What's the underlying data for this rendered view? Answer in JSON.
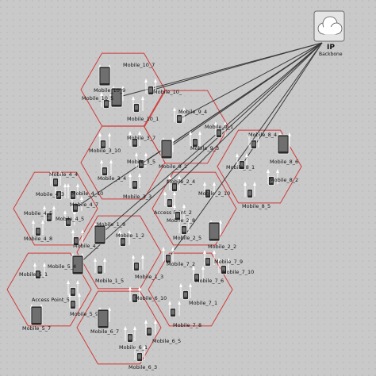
{
  "colors": {
    "canvas": "#c9c9c9",
    "grid_dot": "#9a9a9a",
    "cell_border": "#d23a3a",
    "link_line": "#3a3a3a",
    "arrow": "#ffffff",
    "device_body": "#2a2a2a",
    "device_screen": "#6f6f6f"
  },
  "backbone": {
    "label": "IP",
    "sublabel": "Backbone",
    "icon": "cloud-icon"
  },
  "cells": [
    {
      "id": "cell-10",
      "mobiles": [
        {
          "id": "m10_7",
          "label": "Mobile_10_7",
          "size": "large"
        },
        {
          "id": "m10_9",
          "label": "Mobile_10_9",
          "size": "large"
        },
        {
          "id": "m10_5",
          "label": "Mobile_10_5",
          "size": "small"
        },
        {
          "id": "m10_1",
          "label": "Mobile_10_1",
          "size": "small"
        },
        {
          "id": "m10_x",
          "label": "Mobile_10_",
          "size": "small"
        }
      ]
    },
    {
      "id": "cell-9",
      "mobiles": [
        {
          "id": "m9_4",
          "label": "Mobile_9_4",
          "size": "small"
        },
        {
          "id": "m9_1",
          "label": "Mobile_9_1",
          "size": "small"
        },
        {
          "id": "m9_3",
          "label": "Mobile_9_3",
          "size": "small"
        },
        {
          "id": "m9_2",
          "label": "Mobile_9_2",
          "size": "large"
        }
      ]
    },
    {
      "id": "cell-3",
      "mobiles": [
        {
          "id": "m3_7",
          "label": "Mobile_3_7",
          "size": "small"
        },
        {
          "id": "m3_10",
          "label": "Mobile_3_10",
          "size": "small"
        },
        {
          "id": "m3_5",
          "label": "Mobile_3_5",
          "size": "small"
        },
        {
          "id": "m3_4",
          "label": "Mobile_3_4",
          "size": "small"
        },
        {
          "id": "m3_3",
          "label": "Mobile_3_3",
          "size": "small"
        }
      ]
    },
    {
      "id": "cell-8",
      "mobiles": [
        {
          "id": "m8_4",
          "label": "Mobile_8_4",
          "size": "small"
        },
        {
          "id": "m8_6",
          "label": "Mobile_8_6",
          "size": "large"
        },
        {
          "id": "m8_1",
          "label": "Mobile_8_1",
          "size": "small"
        },
        {
          "id": "m8_2",
          "label": "Mobile_8_2",
          "size": "small"
        },
        {
          "id": "m8_5",
          "label": "Mobile_8_5",
          "size": "small"
        }
      ]
    },
    {
      "id": "cell-2",
      "mobiles": [
        {
          "id": "m2_4",
          "label": "Mobile_2_4",
          "size": "small"
        },
        {
          "id": "m2_10",
          "label": "Mobile_2_10",
          "size": "small"
        },
        {
          "id": "ap2",
          "label": "Access Point_2",
          "size": "small"
        },
        {
          "id": "m2_8",
          "label": "Mobile_2_8",
          "size": "small"
        },
        {
          "id": "m2_5",
          "label": "Mobile_2_5",
          "size": "small"
        },
        {
          "id": "m2_2",
          "label": "Mobile_2_2",
          "size": "large"
        }
      ]
    },
    {
      "id": "cell-4",
      "mobiles": [
        {
          "id": "m4_4",
          "label": "Mobile_4_4",
          "size": "small"
        },
        {
          "id": "m4_3",
          "label": "Mobile_4_3",
          "size": "small"
        },
        {
          "id": "m4_10",
          "label": "Mobile_4_10",
          "size": "small"
        },
        {
          "id": "m4_7",
          "label": "Mobile_4_7",
          "size": "small"
        },
        {
          "id": "m4_5",
          "label": "Mobile_4_5",
          "size": "small"
        },
        {
          "id": "m4_x",
          "label": "Mobile_4_5",
          "size": "small"
        },
        {
          "id": "m4_8",
          "label": "Mobile_4_8",
          "size": "small"
        },
        {
          "id": "m4_y",
          "label": "Mobile_4_",
          "size": "small"
        }
      ]
    },
    {
      "id": "cell-1",
      "mobiles": [
        {
          "id": "m1_9",
          "label": "Mobile_1_9",
          "size": "large"
        },
        {
          "id": "m1_2",
          "label": "Mobile_1_2",
          "size": "small"
        },
        {
          "id": "m1_5",
          "label": "Mobile_1_5",
          "size": "small"
        },
        {
          "id": "m1_3",
          "label": "Mobile_1_3",
          "size": "small"
        }
      ]
    },
    {
      "id": "cell-7",
      "mobiles": [
        {
          "id": "m7_2",
          "label": "Mobile_7_2",
          "size": "small"
        },
        {
          "id": "m7_9",
          "label": "Mobile_7_9",
          "size": "small"
        },
        {
          "id": "m7_10",
          "label": "Mobile_7_10",
          "size": "small"
        },
        {
          "id": "m7_6",
          "label": "Mobile_7_6",
          "size": "small"
        },
        {
          "id": "m7_1",
          "label": "Mobile_7_1",
          "size": "small"
        },
        {
          "id": "m7_8",
          "label": "Mobile_7_8",
          "size": "small"
        }
      ]
    },
    {
      "id": "cell-5",
      "mobiles": [
        {
          "id": "m5_4",
          "label": "Mobile_5_4",
          "size": "large"
        },
        {
          "id": "m5_1",
          "label": "Mobile_5_1",
          "size": "small"
        },
        {
          "id": "ap5",
          "label": "Access Point_5",
          "size": "small"
        },
        {
          "id": "m5_9",
          "label": "Mobile_5_9",
          "size": "small"
        },
        {
          "id": "m5_7",
          "label": "Mobile_5_7",
          "size": "large"
        }
      ]
    },
    {
      "id": "cell-6",
      "mobiles": [
        {
          "id": "m6_10",
          "label": "Mobile_6_10",
          "size": "small"
        },
        {
          "id": "m6_7",
          "label": "Mobile_6_7",
          "size": "large"
        },
        {
          "id": "m6_1",
          "label": "Mobile_6_1",
          "size": "small"
        },
        {
          "id": "m6_5",
          "label": "Mobile_6_5",
          "size": "small"
        },
        {
          "id": "m6_3",
          "label": "Mobile_6_3",
          "size": "small"
        }
      ]
    }
  ]
}
